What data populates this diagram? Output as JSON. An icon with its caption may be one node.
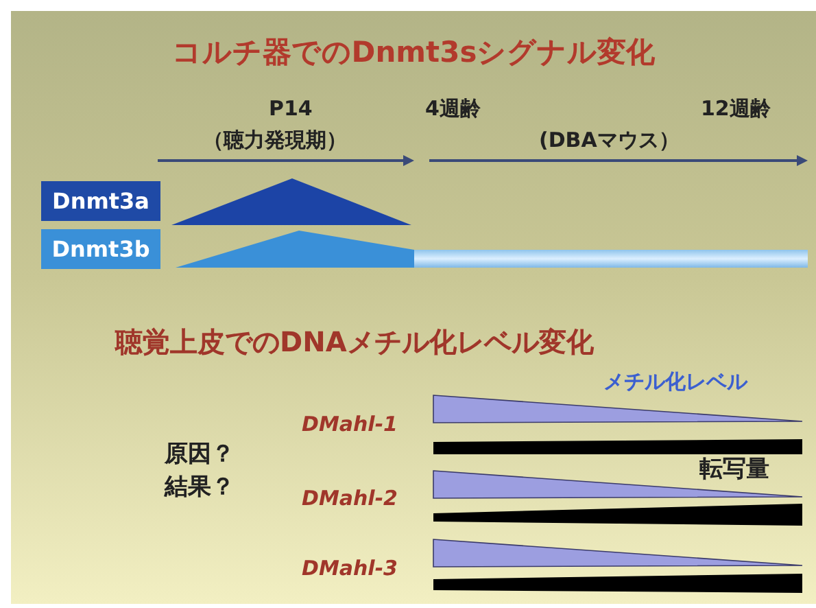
{
  "diagram": {
    "title": "コルチ器でのDnmt3sシグナル変化",
    "nodes": [
      {
        "text": [
          "Dnmt3a"
        ]
      },
      {
        "text": [
          "Dnmt3b"
        ]
      }
    ],
    "labels": [
      "P14",
      "（聴力発現期）",
      "4週齢",
      "(DBAマウス）",
      "12週齢",
      "聴覚上皮でのDNAメチル化レベル変化",
      "メチル化レベル",
      "DMahl-1",
      "原因？",
      "結果？",
      "転写量",
      "DMahl-2",
      "DMahl-3"
    ]
  }
}
